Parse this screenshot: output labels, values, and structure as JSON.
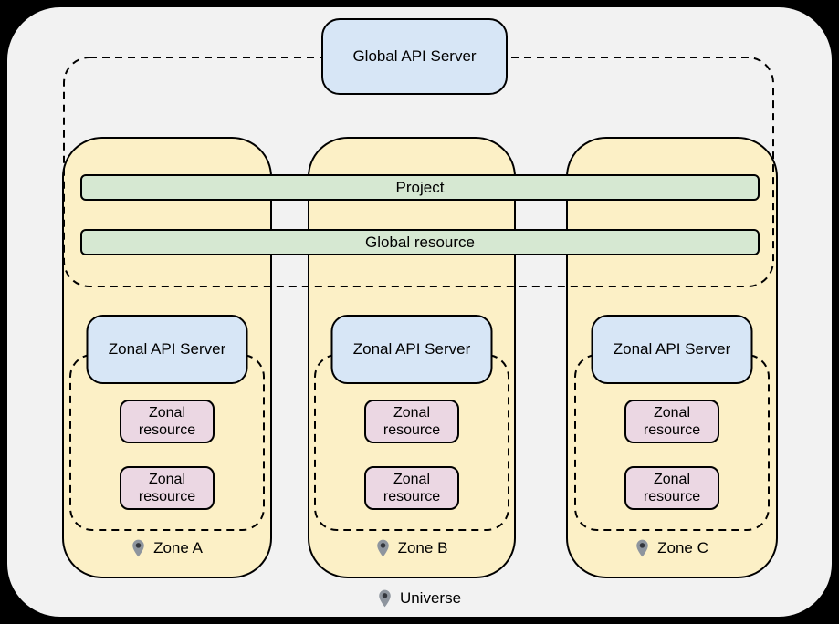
{
  "diagram": {
    "global_api_server_label": "Global API Server",
    "bars": [
      {
        "label": "Project"
      },
      {
        "label": "Global resource"
      }
    ],
    "zones": [
      {
        "label": "Zone A",
        "api_server_label": "Zonal API Server",
        "resources": [
          {
            "label": "Zonal resource"
          },
          {
            "label": "Zonal resource"
          }
        ]
      },
      {
        "label": "Zone B",
        "api_server_label": "Zonal API Server",
        "resources": [
          {
            "label": "Zonal resource"
          },
          {
            "label": "Zonal resource"
          }
        ]
      },
      {
        "label": "Zone C",
        "api_server_label": "Zonal API Server",
        "resources": [
          {
            "label": "Zonal resource"
          },
          {
            "label": "Zonal resource"
          }
        ]
      }
    ],
    "universe_label": "Universe"
  },
  "colors": {
    "background": "#000000",
    "universe_fill": "#f2f2f2",
    "zone_fill": "#fcf0c6",
    "api_server_fill": "#d7e6f6",
    "bar_fill": "#d6e8d2",
    "resource_fill": "#ebd7e3",
    "stroke": "#000000",
    "pin_body": "#8e959e",
    "pin_dot": "#33363c"
  },
  "icons": {
    "pin": "location-pin-icon"
  }
}
